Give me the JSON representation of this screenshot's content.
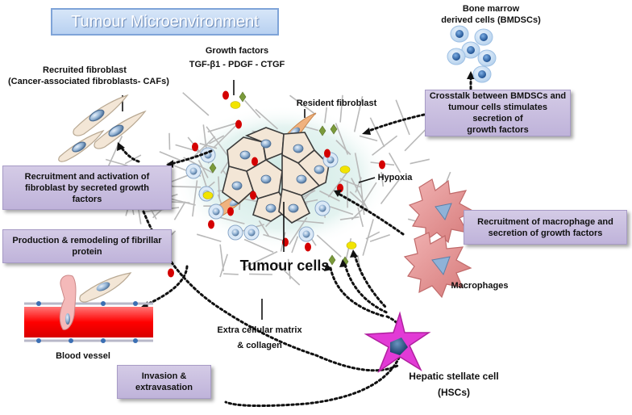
{
  "title": "Tumour Microenvironment",
  "labels": {
    "bmdsc": [
      "Bone marrow",
      "derived cells (BMDSCs)"
    ],
    "growth_factors": [
      "Growth factors",
      "TGF-β1 -  PDGF -   CTGF"
    ],
    "recruited_fibroblast": [
      "Recruited fibroblast",
      "(Cancer-associated fibroblasts- CAFs)"
    ],
    "resident_fibroblast": "Resident fibroblast",
    "hypoxia": "Hypoxia",
    "tumour_cells": "Tumour cells",
    "macrophages": "Macrophages",
    "ecm": [
      "Extra cellular matrix",
      "& collagen"
    ],
    "blood_vessel": "Blood vessel",
    "hsc": [
      "Hepatic stellate cell",
      "(HSCs)"
    ]
  },
  "boxes": {
    "crosstalk": [
      "Crosstalk between BMDSCs and",
      "tumour cells stimulates secretion of",
      "growth factors"
    ],
    "recruitment_fibroblast": [
      "Recruitment and activation of",
      "fibroblast by secreted  growth",
      "factors"
    ],
    "production": [
      "Production & remodeling of fibrillar",
      "protein"
    ],
    "macrophage": [
      "Recruitment of macrophage and",
      "secretion of growth factors"
    ],
    "invasion": [
      "Invasion &",
      "extravasation"
    ]
  },
  "colors": {
    "box_fill": "#c8bde0",
    "title_fill": "#c6daf4",
    "tumour_cell": "#f3e6d6",
    "fibroblast": "#f2b884",
    "macrophage": "#e89a9a",
    "hsc": "#e23ad6",
    "blood": "#ff1111",
    "red_dot": "#d40000",
    "yellow_dot": "#f2e400",
    "green_diamond": "#7a9a3a"
  }
}
